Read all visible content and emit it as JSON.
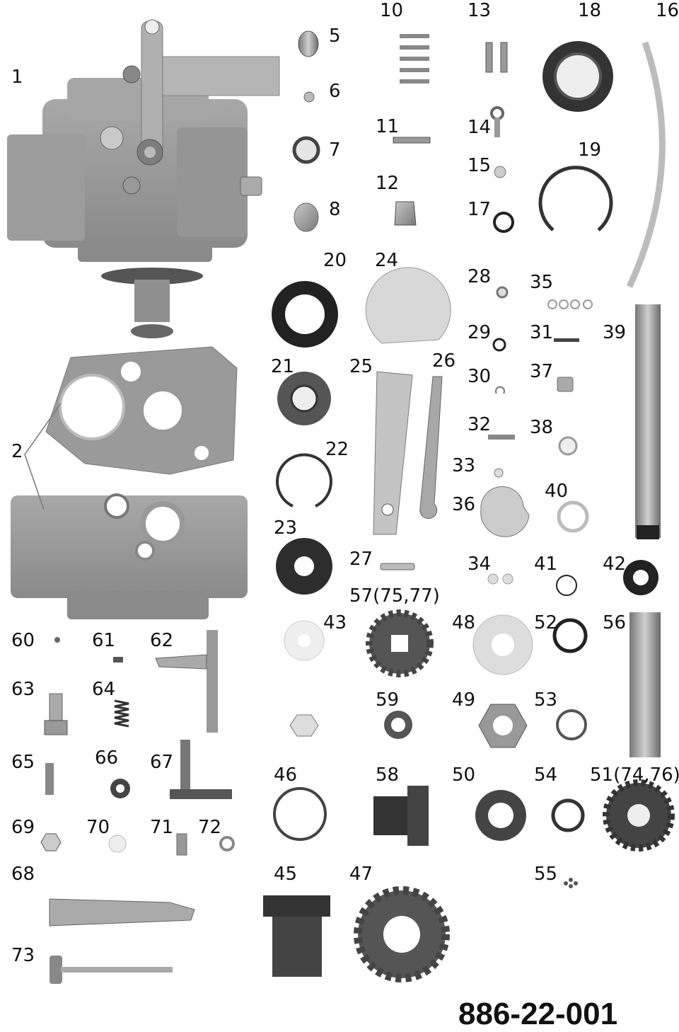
{
  "diagram": {
    "part_number": "886-22-001",
    "callouts": {
      "c1": "1",
      "c2": "2",
      "c5": "5",
      "c6": "6",
      "c7": "7",
      "c8": "8",
      "c10": "10",
      "c11": "11",
      "c12": "12",
      "c13": "13",
      "c14": "14",
      "c15": "15",
      "c16": "16",
      "c17": "17",
      "c18": "18",
      "c19": "19",
      "c20": "20",
      "c21": "21",
      "c22": "22",
      "c23": "23",
      "c24": "24",
      "c25": "25",
      "c26": "26",
      "c27": "27",
      "c28": "28",
      "c29": "29",
      "c30": "30",
      "c31": "31",
      "c32": "32",
      "c33": "33",
      "c34": "34",
      "c35": "35",
      "c36": "36",
      "c37": "37",
      "c38": "38",
      "c39": "39",
      "c40": "40",
      "c41": "41",
      "c42": "42",
      "c43": "43",
      "c45": "45",
      "c46": "46",
      "c47": "47",
      "c48": "48",
      "c49": "49",
      "c50": "50",
      "c51": "51(74,76)",
      "c52": "52",
      "c53": "53",
      "c54": "54",
      "c55": "55",
      "c56": "56",
      "c57": "57(75,77)",
      "c58": "58",
      "c59": "59",
      "c60": "60",
      "c61": "61",
      "c62": "62",
      "c63": "63",
      "c64": "64",
      "c65": "65",
      "c66": "66",
      "c67": "67",
      "c68": "68",
      "c69": "69",
      "c70": "70",
      "c71": "71",
      "c72": "72",
      "c73": "73"
    }
  }
}
